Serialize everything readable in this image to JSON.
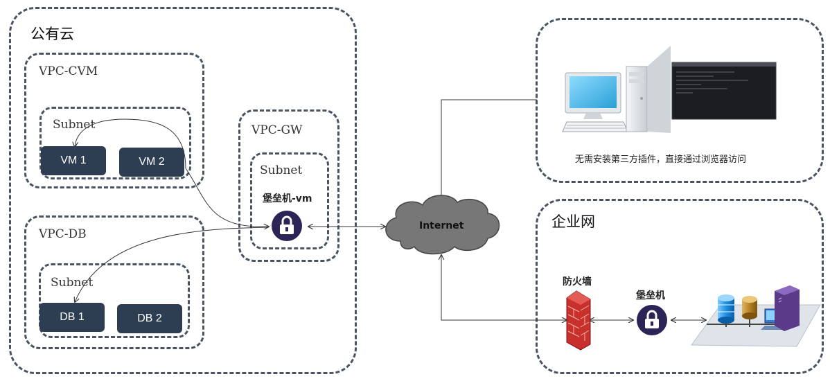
{
  "zones": {
    "public_cloud": "公有云",
    "vpc_cvm": "VPC-CVM",
    "vpc_db": "VPC-DB",
    "vpc_gw": "VPC-GW",
    "enterprise_net": "企业网"
  },
  "subnets": {
    "cvm": "Subnet",
    "db": "Subnet",
    "gw": "Subnet"
  },
  "nodes": {
    "vm1": "VM 1",
    "vm2": "VM 2",
    "db1": "DB 1",
    "db2": "DB 2",
    "bastion_vm": "堡垒机-vm",
    "internet": "Internet",
    "firewall": "防火墙",
    "bastion": "堡垒机"
  },
  "client": {
    "caption": "无需安装第三方插件，直接通过浏览器访问"
  },
  "colors": {
    "border": "#4a5360",
    "node_fill": "#2e3e52",
    "lock_fill": "#2b2457",
    "cloud_fill": "#777777",
    "firewall": "#c9302c"
  }
}
